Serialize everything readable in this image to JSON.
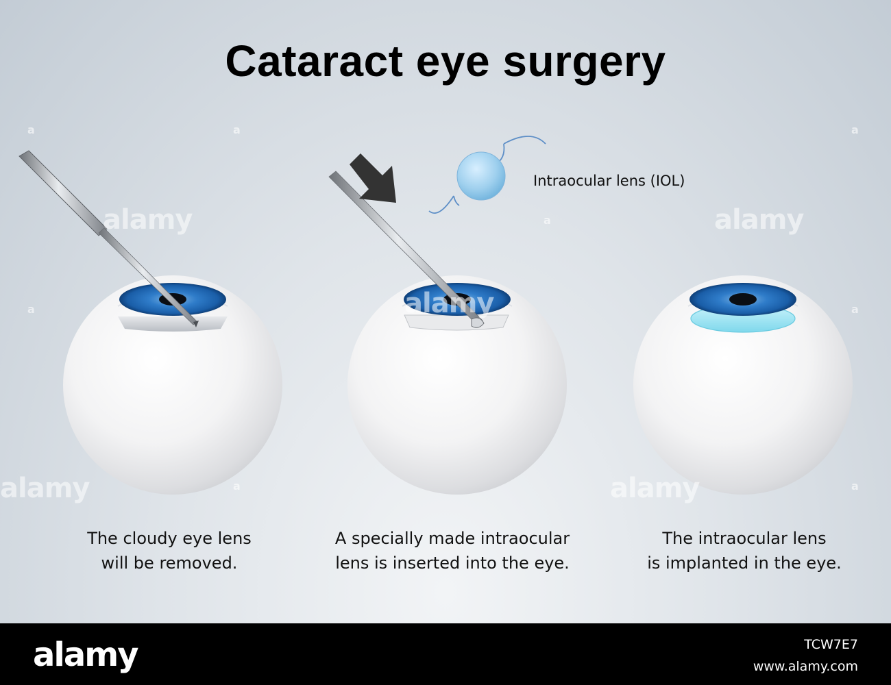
{
  "title": "Cataract eye surgery",
  "iol_label": "Intraocular lens (IOL)",
  "steps": [
    {
      "line1": "The cloudy eye lens",
      "line2": "will be removed."
    },
    {
      "line1": "A specially made intraocular",
      "line2": "lens is inserted into the eye."
    },
    {
      "line1": "The intraocular lens",
      "line2": "is implanted in the eye."
    }
  ],
  "watermark": {
    "text": "alamy",
    "mark": "a"
  },
  "footer": {
    "logo": "alamy",
    "image_id": "TCW7E7",
    "url": "www.alamy.com"
  },
  "colors": {
    "iris": "#1f66b3",
    "iol_lens": "#9fd0ee",
    "implanted_lens": "#8fe0f0",
    "arrow": "#333333"
  }
}
